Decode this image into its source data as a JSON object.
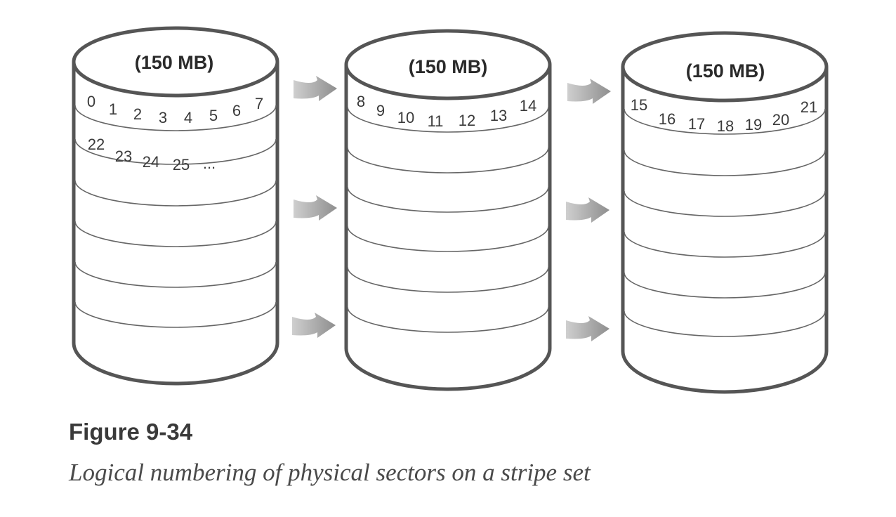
{
  "disks": [
    {
      "capacity_label": "(150 MB)",
      "tracks": [
        [
          "0",
          "1",
          "2",
          "3",
          "4",
          "5",
          "6",
          "7"
        ],
        [
          "22",
          "23",
          "24",
          "25",
          "..."
        ]
      ]
    },
    {
      "capacity_label": "(150 MB)",
      "tracks": [
        [
          "8",
          "9",
          "10",
          "11",
          "12",
          "13",
          "14"
        ]
      ]
    },
    {
      "capacity_label": "(150 MB)",
      "tracks": [
        [
          "15",
          "16",
          "17",
          "18",
          "19",
          "20",
          "21"
        ]
      ]
    }
  ],
  "figure": {
    "number": "Figure 9-34",
    "caption": "Logical numbering of physical sectors on a stripe set"
  }
}
